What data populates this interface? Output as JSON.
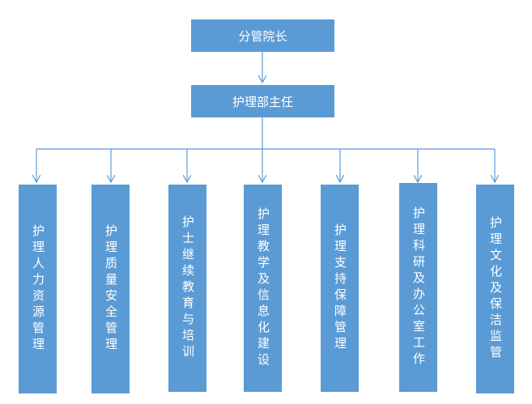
{
  "top": {
    "label": "分管院长"
  },
  "second": {
    "label": "护理部主任"
  },
  "departments": [
    {
      "label": "护理人力资源管理"
    },
    {
      "label": "护理质量安全管理"
    },
    {
      "label": "护士继续教育与培训"
    },
    {
      "label": "护理教学及信息化建设"
    },
    {
      "label": "护理支持保障管理"
    },
    {
      "label": "护理科研及办公室工作"
    },
    {
      "label": "护理文化及保洁监管"
    }
  ],
  "colors": {
    "box": "#5b9bd5",
    "line": "#5b9bd5",
    "text": "#ffffff"
  }
}
